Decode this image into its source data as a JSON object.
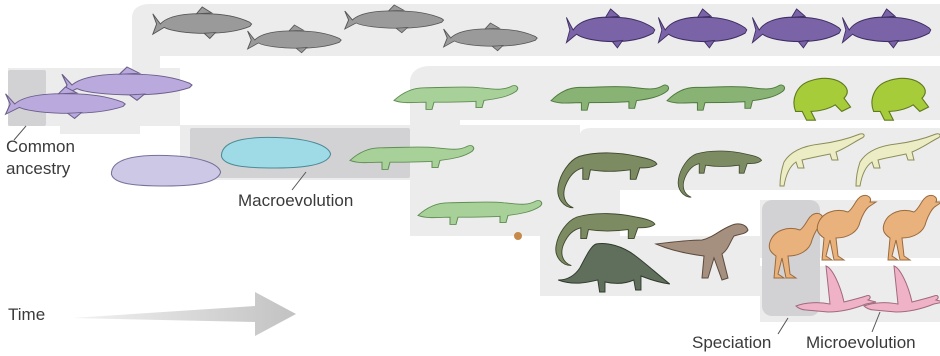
{
  "labels": {
    "common_ancestry_line1": "Common",
    "common_ancestry_line2": "ancestry",
    "macroevolution": "Macroevolution",
    "time": "Time",
    "speciation": "Speciation",
    "microevolution": "Microevolution"
  },
  "colors": {
    "background": "#ffffff",
    "lineage_band": "#ececec",
    "highlight_box": "#d2d2d4",
    "time_arrow": "#c8c8c8",
    "fish_ancestral": "#9a9a9a",
    "fish_modern": "#7b63a8",
    "lobe_fin": "#b9a9dc",
    "tetrapod_ancestor": "#9fdbe6",
    "early_tetrapod": "#a8d19a",
    "salamander": "#88b374",
    "frog": "#a6cc3a",
    "reptile": "#7c8b62",
    "lizard": "#ecedc4",
    "dinosaur": "#5f6f5b",
    "theropod": "#a58f7e",
    "bird_ground": "#e9b27d",
    "bird_flying": "#efb2c6",
    "text": "#3a3a3a"
  }
}
